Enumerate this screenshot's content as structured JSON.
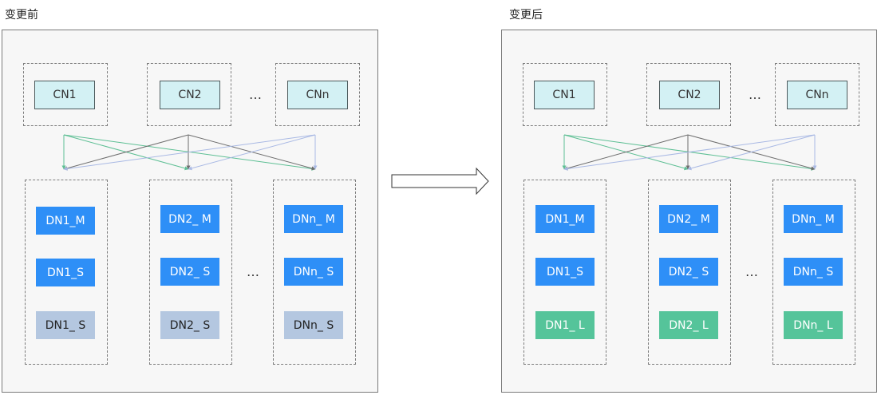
{
  "before": {
    "title": "变更前",
    "cn": [
      "CN1",
      "CN2",
      "CNn"
    ],
    "dn_m": [
      "DN1_M",
      "DN2_ M",
      "DNn_ M"
    ],
    "dn_s": [
      "DN1_S",
      "DN2_ S",
      "DNn_ S"
    ],
    "dn_third": [
      "DN1_ S",
      "DN2_ S",
      "DNn_ S"
    ],
    "ellipsis": "…"
  },
  "after": {
    "title": "变更后",
    "cn": [
      "CN1",
      "CN2",
      "CNn"
    ],
    "dn_m": [
      "DN1_M",
      "DN2_ M",
      "DNn_ M"
    ],
    "dn_s": [
      "DN1_S",
      "DN2_ S",
      "DNn_ S"
    ],
    "dn_third": [
      "DN1_ L",
      "DN2_ L",
      "DNn_ L"
    ],
    "ellipsis": "…"
  },
  "colors": {
    "cn_fill": "#d3f1f4",
    "dn_primary": "#2e8ff7",
    "dn_old_standby": "#b4c7e0",
    "dn_log": "#55c49a",
    "line_green": "#5dbf94",
    "line_gray": "#6e6e6e",
    "line_blue": "#a9b9e4"
  }
}
